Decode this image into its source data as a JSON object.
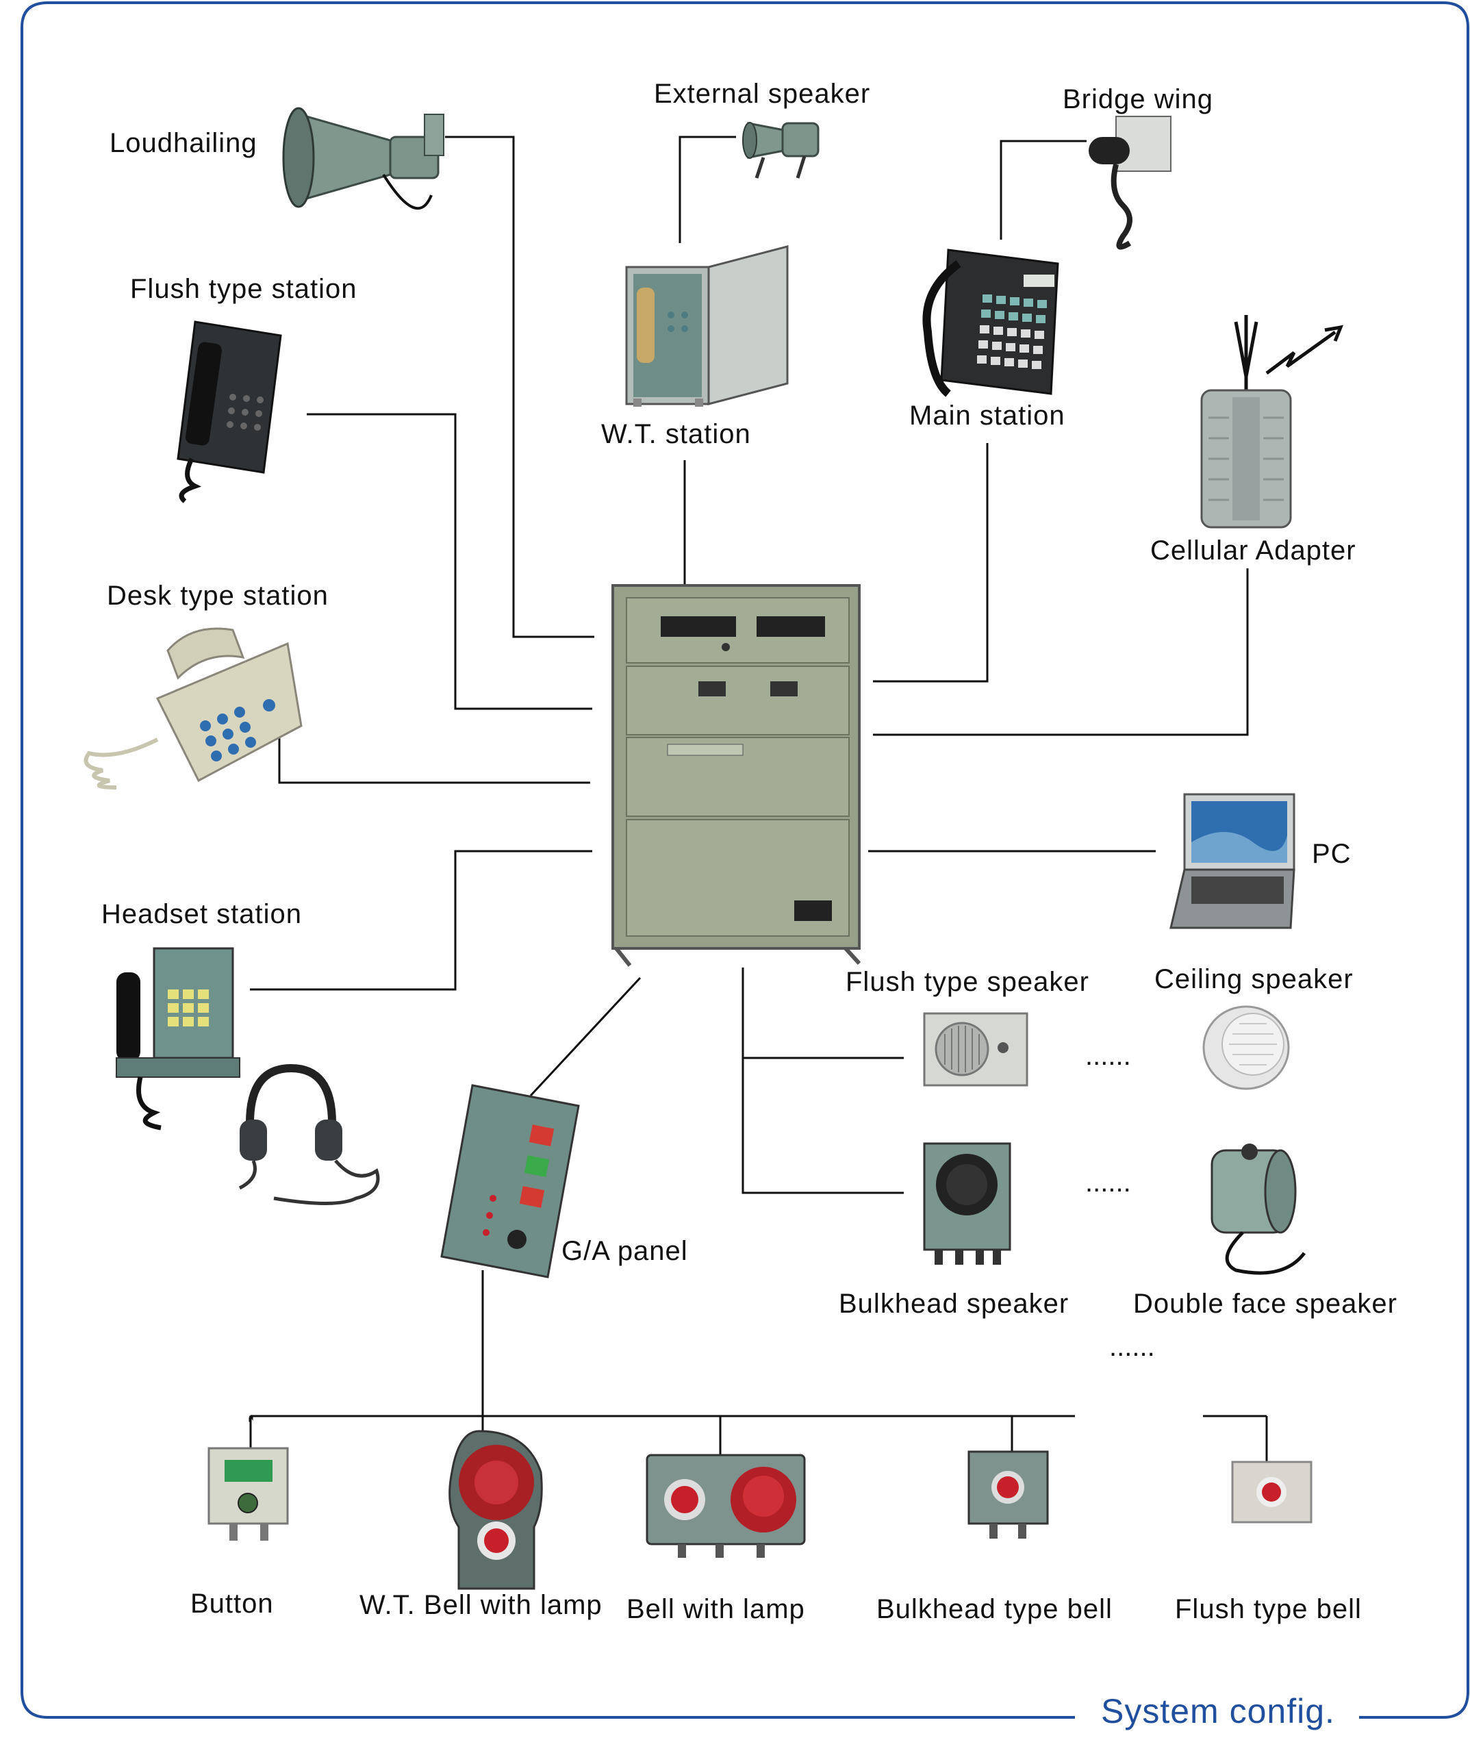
{
  "colors": {
    "frame": "#1f4f9e",
    "line": "#111111",
    "cabinet": "#97a18a",
    "equipment_green": "#8a9d93",
    "gray_box": "#c9ccc9",
    "red_lamp": "#c8202a"
  },
  "labels": {
    "loudhailing": "Loudhailing",
    "external_speaker": "External speaker",
    "bridge_wing": "Bridge wing",
    "flush_type_station": "Flush type station",
    "wt_station": "W.T. station",
    "main_station": "Main station",
    "cellular_adapter": "Cellular Adapter",
    "desk_type_station": "Desk type station",
    "pc": "PC",
    "headset_station": "Headset station",
    "flush_type_speaker": "Flush type speaker",
    "ceiling_speaker": "Ceiling speaker",
    "ga_panel": "G/A panel",
    "bulkhead_speaker": "Bulkhead speaker",
    "double_face_speaker": "Double face speaker",
    "button": "Button",
    "wt_bell_with_lamp": "W.T. Bell with lamp",
    "bell_with_lamp": "Bell with lamp",
    "bulkhead_type_bell": "Bulkhead type bell",
    "flush_type_bell": "Flush type bell",
    "ellipsis": "......",
    "footer": "System config."
  },
  "icons": [
    "horn-speaker-icon",
    "telephone-icon",
    "cabinet-icon",
    "antenna-icon",
    "laptop-icon",
    "headset-icon",
    "speaker-icon",
    "alarm-bell-icon",
    "push-button-icon"
  ]
}
